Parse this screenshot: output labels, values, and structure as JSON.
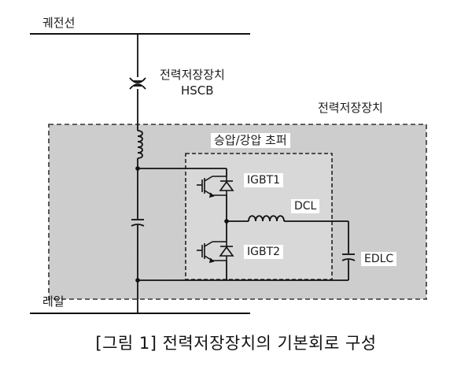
{
  "labels": {
    "catenary": "궤전선",
    "hscb_title": "전력저장장치",
    "hscb": "HSCB",
    "ess_box": "전력저장장치",
    "chopper": "승압/강압 초퍼",
    "igbt1": "IGBT1",
    "dcl": "DCL",
    "igbt2": "IGBT2",
    "edlc": "EDLC",
    "rail": "레일"
  },
  "caption": "[그림 1] 전력저장장치의 기본회로 구성"
}
